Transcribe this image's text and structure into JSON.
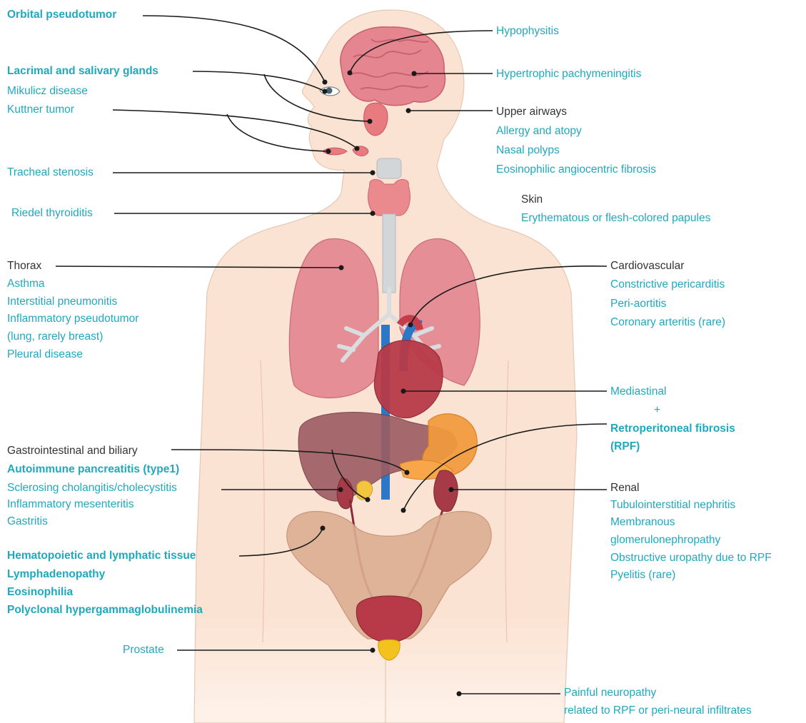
{
  "colors": {
    "accent_text": "#1fa9be",
    "dark_text": "#333333",
    "skin": "#fbe3d3",
    "organ_red": "#c9535e",
    "lung_pink": "#e58e96",
    "brain_pink": "#e48590",
    "liver": "#9c5c63",
    "pancreas_orange": "#f29a3d",
    "bone": "#dcae92",
    "trachea_gray": "#cfd3d6",
    "vein_blue": "#2d78c6",
    "leader_line": "#1a1a1a"
  },
  "labels": {
    "left": {
      "orbital": "Orbital pseudotumor",
      "lacrimal": "Lacrimal and salivary glands",
      "mikulicz": "Mikulicz disease",
      "kuttner": "Kuttner  tumor",
      "tracheal": "Tracheal stenosis",
      "riedel": "Riedel  thyroiditis",
      "thorax": "Thorax",
      "asthma": "Asthma",
      "interstitial": "Interstitial pneumonitis",
      "inflammatory": "Inflammatory pseudotumor",
      "lung_breast": "(lung, rarely breast)",
      "pleural": "Pleural disease",
      "gi": "Gastrointestinal and biliary",
      "aip": "Autoimmune pancreatitis (type1)",
      "sclerosing": "Sclerosing cholangitis/cholecystitis",
      "mesenteritis": "Inflammatory mesenteritis",
      "gastritis": "Gastritis",
      "hemato": "Hematopoietic and lymphatic tissue",
      "lymph": "Lymphadenopathy",
      "eosin": "Eosinophilia",
      "polyclonal": "Polyclonal hypergammaglobulinemia",
      "prostate": "Prostate"
    },
    "right": {
      "hypophysitis": "Hypophysitis",
      "pachy": "Hypertrophic pachymeningitis",
      "upper": "Upper airways",
      "allergy": "Allergy and atopy",
      "nasal": "Nasal polyps",
      "eaf": "Eosinophilic angiocentric fibrosis",
      "skin": "Skin",
      "papules": "Erythematous or flesh-colored papules",
      "cardio": "Cardiovascular",
      "pericarditis": "Constrictive pericarditis",
      "periaortitis": "Peri-aortitis",
      "coronary": "Coronary arteritis (rare)",
      "mediastinal": "Mediastinal",
      "plus": "+",
      "rpf1": "Retroperitoneal fibrosis",
      "rpf2": "(RPF)",
      "renal": "Renal",
      "tubulo": "Tubulointerstitial nephritis",
      "membranous": "Membranous",
      "glomerulo": "glomerulonephropathy",
      "obstructive": "Obstructive uropathy due to RPF",
      "pyelitis": "Pyelitis (rare)",
      "painful1": "Painful neuropathy",
      "painful2": "related to RPF or peri-neural infiltrates"
    }
  }
}
